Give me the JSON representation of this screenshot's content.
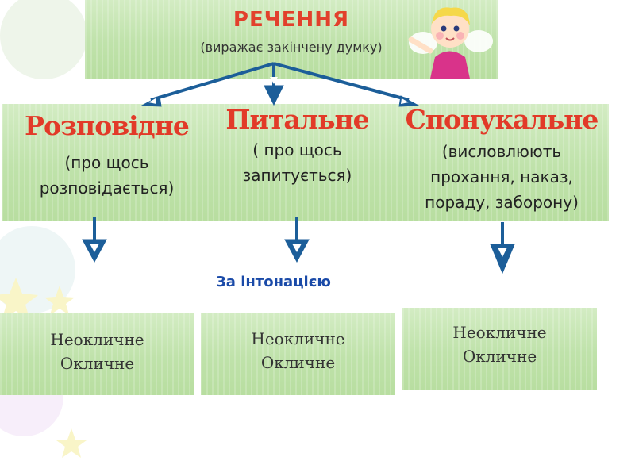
{
  "title": "РЕЧЕННЯ",
  "subtitle": "(виражає закінчену думку)",
  "categories": [
    {
      "name": "Розповідне",
      "desc_lines": [
        "(про щось",
        "розповідається)"
      ]
    },
    {
      "name": "Питальне",
      "desc_lines": [
        "( про щось",
        "запитується)"
      ]
    },
    {
      "name": "Спонукальне",
      "desc_lines": [
        "(висловлюють",
        "прохання, наказ,",
        "пораду, заборону)"
      ]
    }
  ],
  "intonation_label": "За інтонацією",
  "intonation_options": [
    [
      "Неокличне",
      "Окличне"
    ],
    [
      "Неокличне",
      "Окличне"
    ],
    [
      "Неокличне",
      "Окличне"
    ]
  ],
  "colors": {
    "arrow": "#1c5e99",
    "title_red": "#e2402c",
    "panel_green": "#c4e5b0",
    "intonation_blue": "#1a4aa8"
  },
  "icons": {
    "cherub": "cherub-illustration",
    "arrow": "down-arrow-icon"
  }
}
